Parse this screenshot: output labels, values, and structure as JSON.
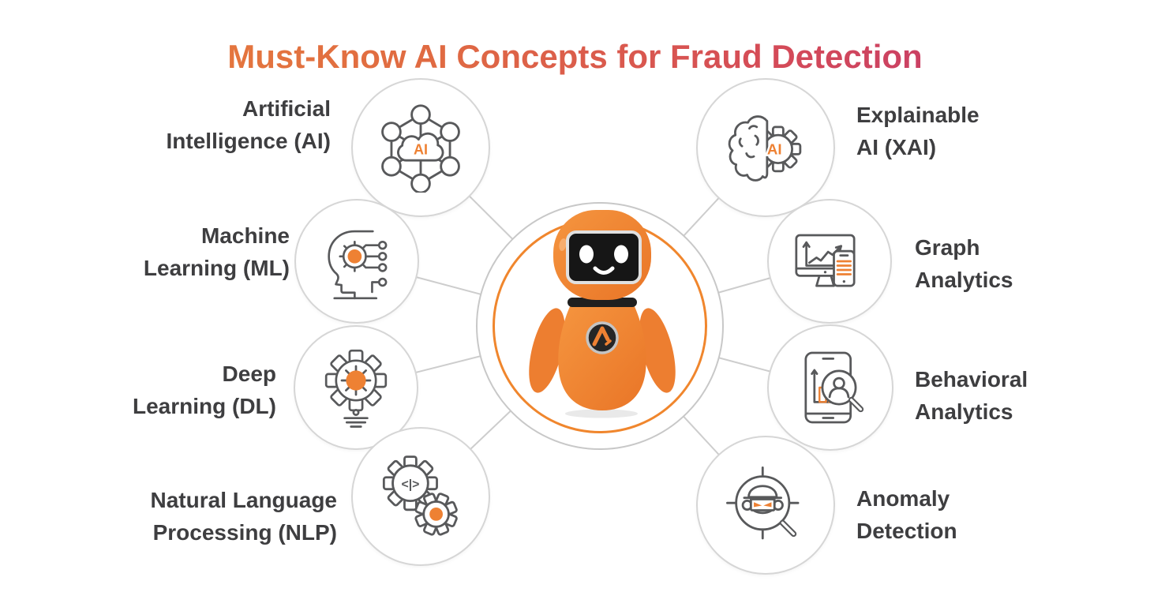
{
  "title": {
    "text": "Must-Know AI Concepts for Fraud Detection"
  },
  "colors": {
    "title_gradient_start": "#E8823A",
    "title_gradient_end": "#BC3175",
    "accent_orange": "#EE8133",
    "icon_stroke": "#58595B",
    "node_border": "#D6D6D6",
    "connector": "#CDCDCD",
    "label_text": "#3E3E40",
    "center_ring_orange": "#F0862D",
    "center_ring_gray": "#C8C8C8",
    "robot_body": "#F18A38"
  },
  "center": {
    "name": "ai-robot-mascot",
    "badge_icon": "a-chevron-logo"
  },
  "concepts": [
    {
      "id": "artificial-intelligence",
      "label": "Artificial\nIntelligence (AI)",
      "icon": "ai-network-cloud-icon",
      "icon_label": "AI",
      "side": "left"
    },
    {
      "id": "machine-learning",
      "label": "Machine\nLearning (ML)",
      "icon": "head-gear-circuit-icon",
      "side": "left"
    },
    {
      "id": "deep-learning",
      "label": "Deep\nLearning (DL)",
      "icon": "gear-bulb-icon",
      "side": "left"
    },
    {
      "id": "natural-language-processing",
      "label": "Natural Language\nProcessing (NLP)",
      "icon": "gears-code-icon",
      "icon_label": "<|>",
      "side": "left"
    },
    {
      "id": "explainable-ai",
      "label": "Explainable\nAI (XAI)",
      "icon": "brain-gear-icon",
      "icon_label": "AI",
      "side": "right"
    },
    {
      "id": "graph-analytics",
      "label": "Graph\nAnalytics",
      "icon": "monitor-chart-phone-icon",
      "side": "right"
    },
    {
      "id": "behavioral-analytics",
      "label": "Behavioral\nAnalytics",
      "icon": "tablet-chart-magnifier-icon",
      "side": "right"
    },
    {
      "id": "anomaly-detection",
      "label": "Anomaly\nDetection",
      "icon": "fraudster-crosshair-magnifier-icon",
      "side": "right"
    }
  ]
}
